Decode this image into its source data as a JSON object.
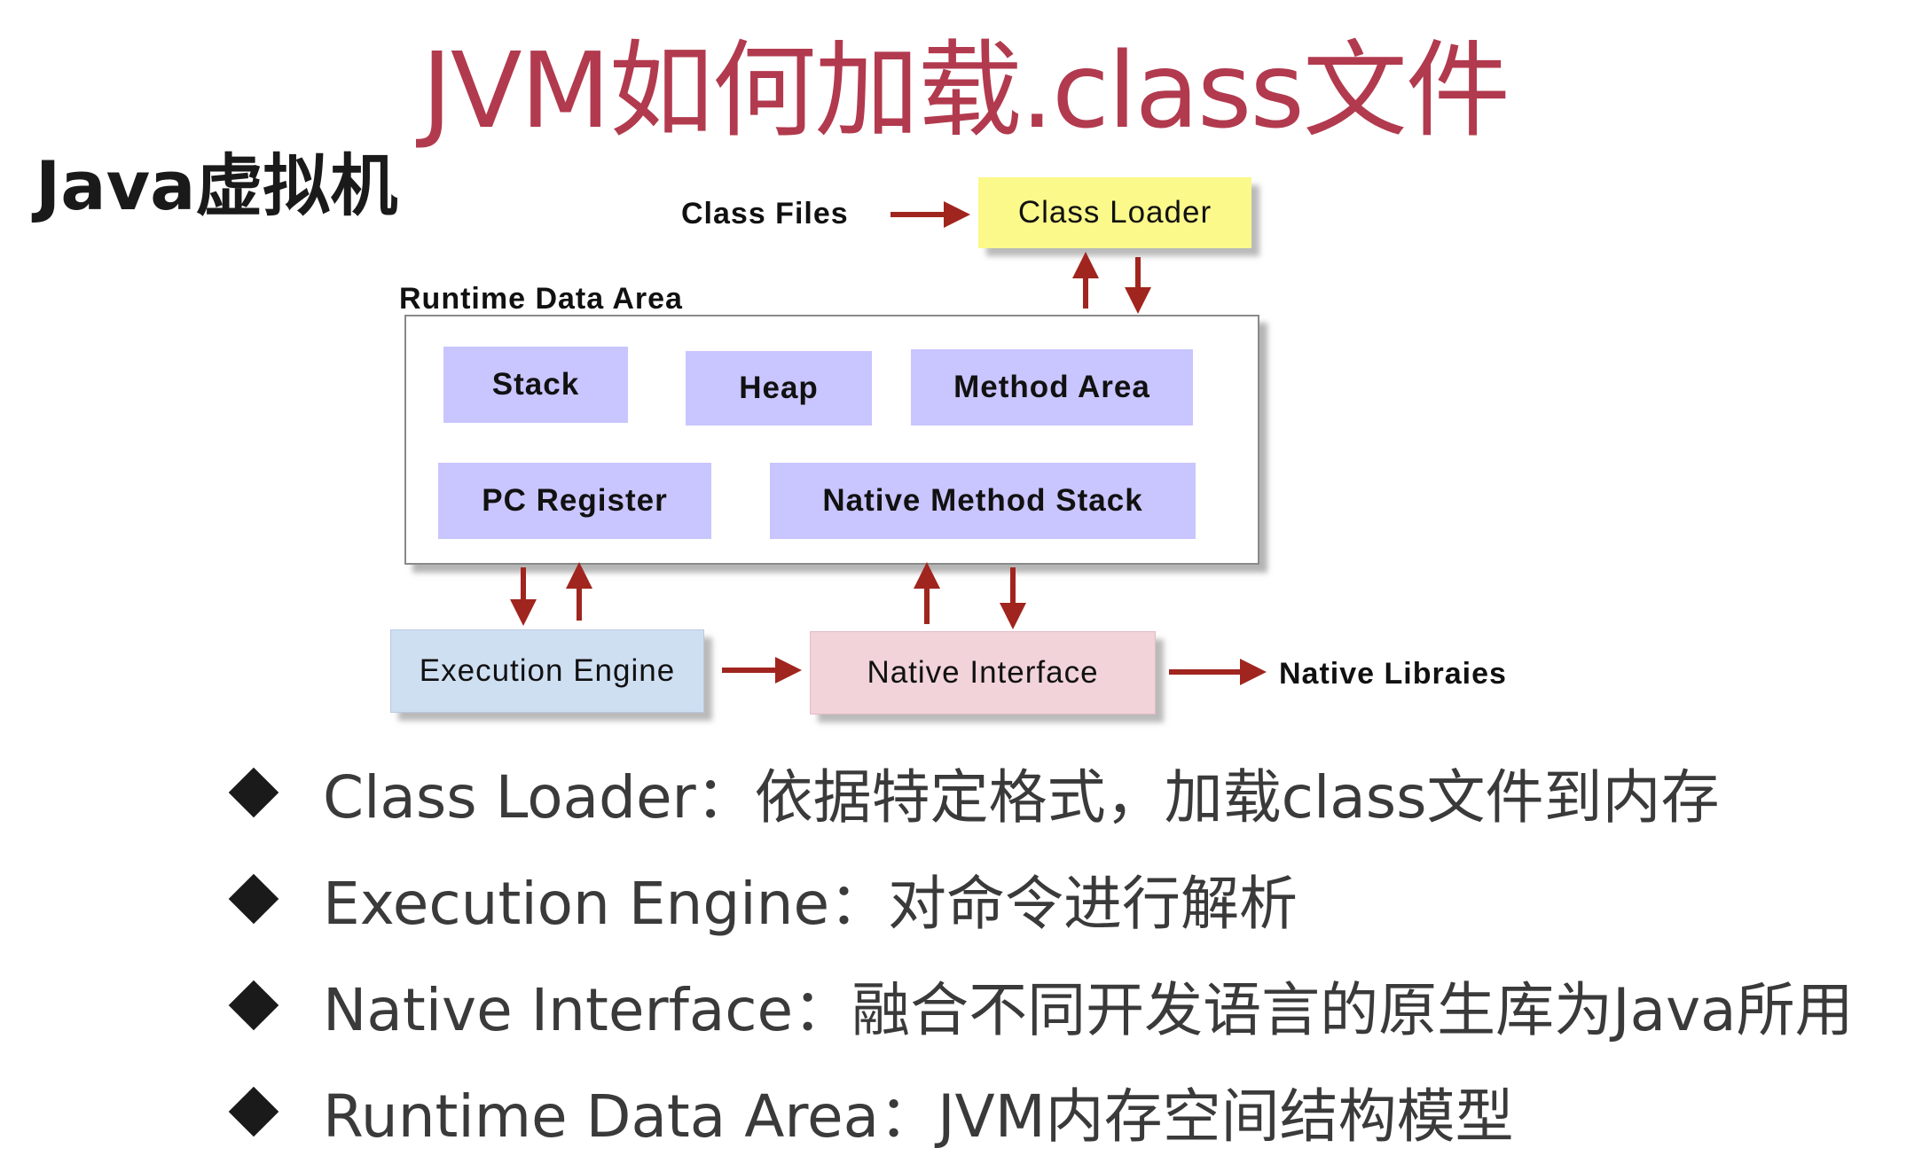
{
  "title": "JVM如何加载.class文件",
  "subtitle": "Java虚拟机",
  "diagram": {
    "class_files": "Class Files",
    "class_loader": "Class Loader",
    "runtime_data_area": "Runtime Data Area",
    "stack": "Stack",
    "heap": "Heap",
    "method_area": "Method Area",
    "pc_register": "PC Register",
    "native_method_stack": "Native Method Stack",
    "execution_engine": "Execution Engine",
    "native_interface": "Native Interface",
    "native_libraries": "Native Libraies",
    "colors": {
      "class_loader": "#fbf98a",
      "inner_box": "#c9c5ff",
      "execution_engine": "#cfdff2",
      "native_interface": "#f1d3d9",
      "arrow": "#a0251e",
      "title": "#b23a4e"
    }
  },
  "bullets": [
    "Class Loader：依据特定格式，加载class文件到内存",
    "Execution Engine：对命令进行解析",
    "Native Interface：融合不同开发语言的原生库为Java所用",
    "Runtime Data Area：JVM内存空间结构模型"
  ]
}
